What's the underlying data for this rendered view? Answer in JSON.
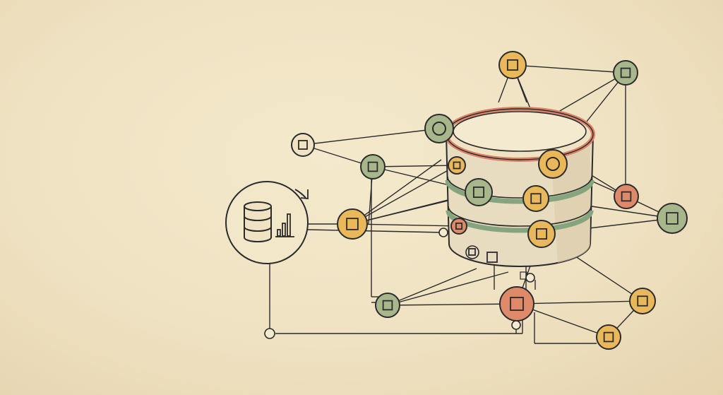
{
  "diagram": {
    "style": "hand-drawn network diagram",
    "colors": {
      "background": "#f1e6c8",
      "line": "#2b2b2b",
      "yellow": "#e9b85b",
      "green": "#a7b78b",
      "red": "#de8a6a",
      "beige": "#efe3c3",
      "cylinder_body": "#e8dcc0",
      "cylinder_rim": "#d9826a",
      "band_green": "#86a57f"
    },
    "central_element": "database-cylinder",
    "side_element": "database-analytics-badge",
    "node_icon": "square-icon",
    "node_count": 18
  }
}
